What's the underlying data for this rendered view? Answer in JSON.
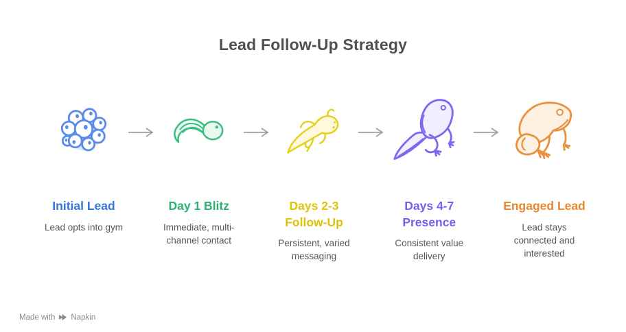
{
  "page": {
    "title": "Lead Follow-Up Strategy",
    "title_color": "#4f4f4f",
    "background": "#ffffff"
  },
  "arrow": {
    "color": "#9e9e9e"
  },
  "subtitle_color": "#555555",
  "stages": [
    {
      "title": "Initial Lead",
      "subtitle": "Lead opts into gym",
      "icon": "frog-eggs-icon",
      "color": "#3575dc",
      "icon_stroke": "#5b8cea",
      "icon_fill": "#dce8fa"
    },
    {
      "title": "Day 1 Blitz",
      "subtitle": "Immediate, multi-channel contact",
      "icon": "tadpole-icon",
      "color": "#2bb173",
      "icon_stroke": "#3dbd81",
      "icon_fill": "#e9f9f0"
    },
    {
      "title": "Days 2-3\nFollow-Up",
      "subtitle": "Persistent, varied messaging",
      "icon": "tadpole-with-legs-icon",
      "color": "#ddc309",
      "icon_stroke": "#e6d018",
      "icon_fill": "#fdf9dd"
    },
    {
      "title": "Days 4-7\nPresence",
      "subtitle": "Consistent value delivery",
      "icon": "froglet-icon",
      "color": "#7a5cf0",
      "icon_stroke": "#8265f2",
      "icon_fill": "#f1eefe"
    },
    {
      "title": "Engaged Lead",
      "subtitle": "Lead stays connected and interested",
      "icon": "frog-icon",
      "color": "#e8862e",
      "icon_stroke": "#e8923f",
      "icon_fill": "#fdf2e2"
    }
  ],
  "watermark": {
    "prefix": "Made with",
    "brand": "Napkin",
    "color": "#8a8a8a"
  }
}
